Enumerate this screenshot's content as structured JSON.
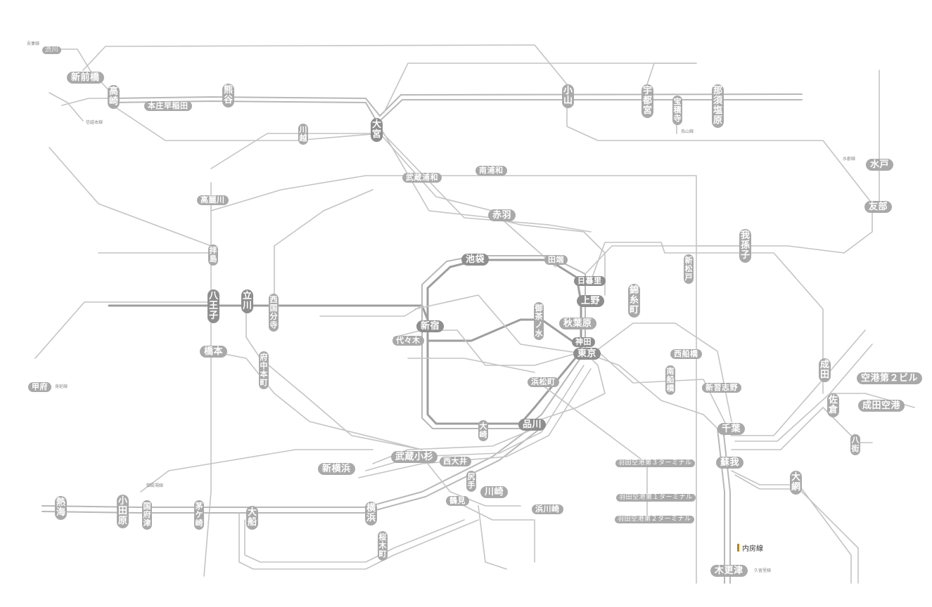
{
  "legend": {
    "label": "内房線",
    "color": "#b8860b"
  },
  "colors": {
    "line": "#c4c4c4",
    "core": "#9e9e9e",
    "label_bg": "#a9a9a9",
    "label_text": "#ffffff"
  },
  "stations": {
    "kawaba": "渋川",
    "shinmaebashi": "新前橋",
    "takasaki": "高崎",
    "honjowaseda": "本庄早稲田",
    "kumagaya": "熊谷",
    "omiya": "大宮",
    "oyama": "小山",
    "utsunomiya": "宇都宮",
    "hoshakuji": "宝積寺",
    "nasushiobara": "那須塩原",
    "kawagoe": "川越",
    "mito": "水戸",
    "tomobe": "友部",
    "musashiurawa": "武蔵浦和",
    "minamiurawa": "南浦和",
    "akabane": "赤羽",
    "takasaka": "高麗川",
    "ikebukuro": "池袋",
    "tabata": "田端",
    "nippori": "日暮里",
    "ueno": "上野",
    "kinshicho": "錦糸町",
    "toride": "我孫子",
    "matsudo": "新松戸",
    "haijima": "拝島",
    "hachioji": "八王子",
    "tachikawa": "立川",
    "nishikokubunji": "西国分寺",
    "shinjuku": "新宿",
    "ochanomizu": "御茶ノ水",
    "akihabara": "秋葉原",
    "kanda": "神田",
    "tokyo": "東京",
    "yoyogi": "代々木",
    "hashimoto": "橋本",
    "fuchuhonmachi": "府中本町",
    "hamamatsucho": "浜松町",
    "nishifunabashi": "西船橋",
    "minamifunabashi": "南船橋",
    "shinnarashino": "新習志野",
    "narita": "成田",
    "airport2": "空港第２ビル",
    "naritaairport": "成田空港",
    "sakura": "佐倉",
    "kofu": "甲府",
    "shinagawa": "品川",
    "osaki": "大崎",
    "chiba": "千葉",
    "soga": "蘇我",
    "yachimata": "八街",
    "oami": "大網",
    "musashikosugi": "武蔵小杉",
    "nishioi": "西大井",
    "shinyokohama": "新横浜",
    "odawara": "小田原",
    "atami": "熱海",
    "kozu": "国府津",
    "chigasaki": "茅ケ崎",
    "ofuna": "大船",
    "yokohama": "横浜",
    "kawasaki": "川崎",
    "tsurumi": "鶴見",
    "shitte": "尻手",
    "hamakawasaki": "浜川崎",
    "haneda3": "羽田空港第３ターミナル",
    "haneda1": "羽田空港第１ターミナル",
    "haneda2": "羽田空港第２ターミナル",
    "sakuragicho": "桜木町",
    "kisarazu": "木更津"
  },
  "small_labels": {
    "azuma": "吾妻線",
    "shinetsu": "信越本線",
    "karasuyama": "烏山線",
    "suigun": "水郡線",
    "minobu": "身延線",
    "gotemba": "御殿場線",
    "kururi": "久留里線"
  }
}
